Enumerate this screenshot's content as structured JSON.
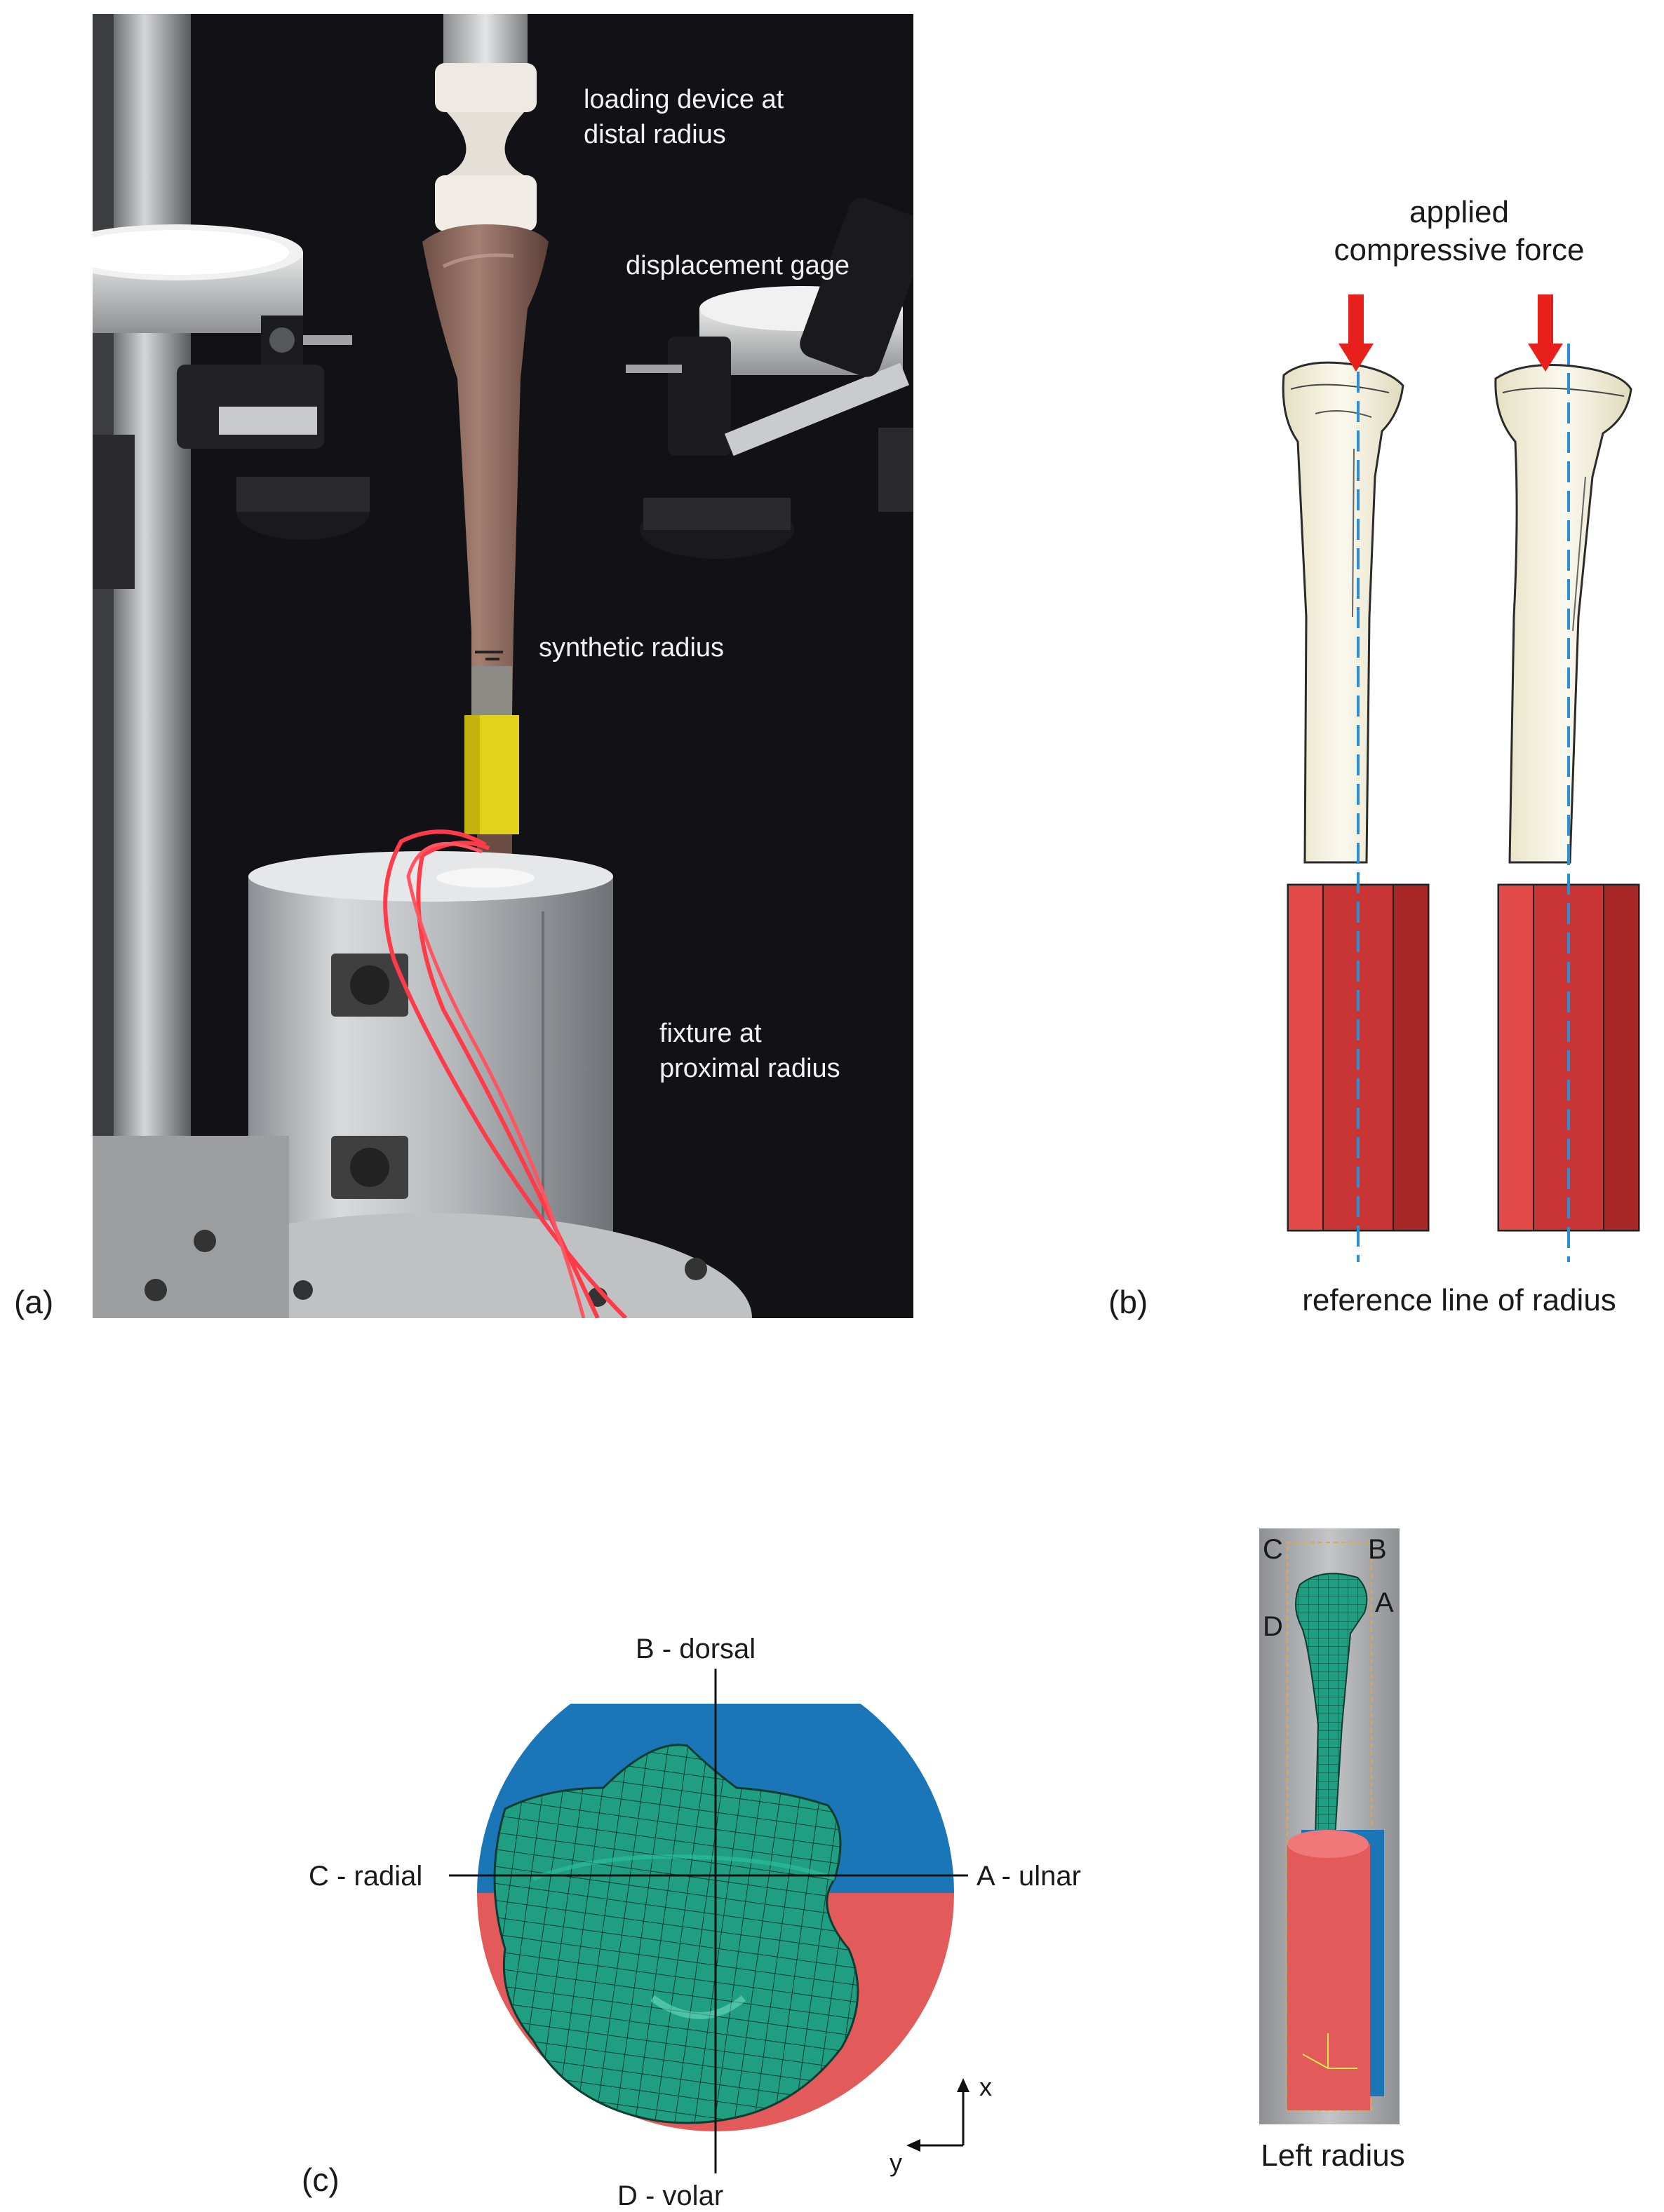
{
  "panels": {
    "a": {
      "label": "(a)",
      "annotations": {
        "loading_device_line1": "loading device at",
        "loading_device_line2": "distal radius",
        "displacement_gage": "displacement gage",
        "synthetic_radius": "synthetic radius",
        "fixture_line1": "fixture at",
        "fixture_line2": "proximal radius"
      }
    },
    "b": {
      "label": "(b)",
      "force_line1": "applied",
      "force_line2": "compressive force",
      "reference_line": "reference line of radius"
    },
    "c": {
      "label": "(c)",
      "axes": {
        "top": "B - dorsal",
        "bottom": "D - volar",
        "left": "C - radial",
        "right": "A - ulnar"
      },
      "coord": {
        "x": "x",
        "y": "y"
      },
      "model": {
        "corners": {
          "c": "C",
          "b": "B",
          "a": "A",
          "d": "D"
        },
        "caption": "Left radius"
      }
    }
  },
  "colors": {
    "bone_mesh": "#1f9e82",
    "fixture_red": "#d63b3b",
    "fixture_blue": "#1b76b8",
    "force_arrow": "#e8201c",
    "reference_line": "#2c8fd6",
    "bone_fill": "#f3efd8"
  }
}
